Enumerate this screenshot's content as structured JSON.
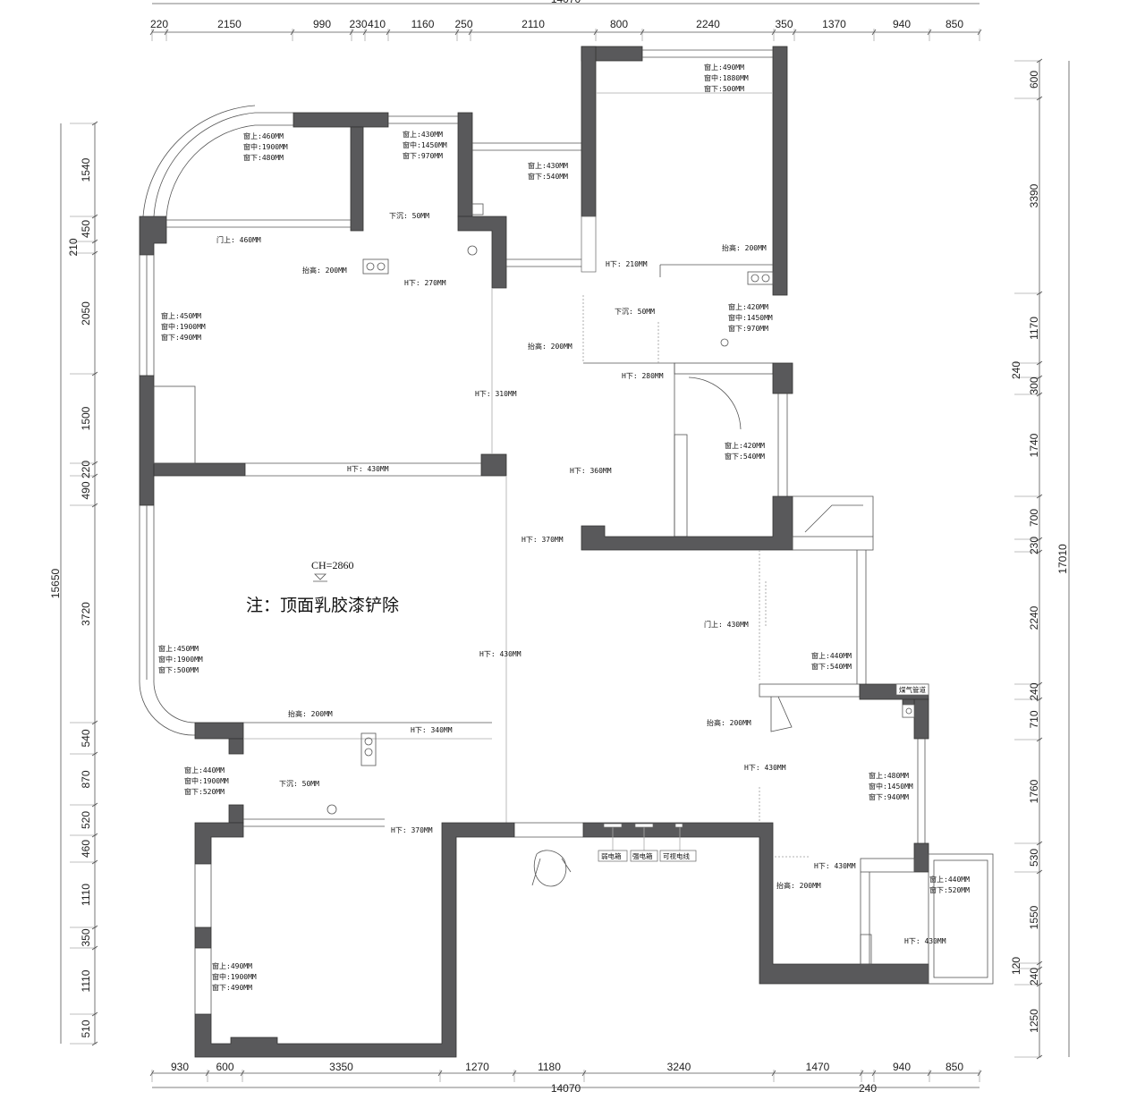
{
  "dimensions": {
    "top": {
      "total": "14070",
      "segments": [
        "220",
        "2150",
        "990",
        "230",
        "410",
        "1160",
        "250",
        "2110",
        "800",
        "2240",
        "350",
        "1370",
        "940",
        "850"
      ]
    },
    "bottom": {
      "total": "14070",
      "segments": [
        "930",
        "600",
        "3350",
        "1270",
        "1180",
        "3240",
        "1470",
        "240",
        "940",
        "850"
      ]
    },
    "left": {
      "total": "15650",
      "segments": [
        "1540",
        "450",
        "210",
        "2050",
        "1500",
        "220",
        "490",
        "3720",
        "540",
        "870",
        "520",
        "460",
        "1110",
        "350",
        "1110",
        "510"
      ]
    },
    "right": {
      "total": "17010",
      "segments": [
        "600",
        "3390",
        "1170",
        "240",
        "300",
        "1740",
        "700",
        "230",
        "2240",
        "240",
        "710",
        "1760",
        "530",
        "1550",
        "120",
        "240",
        "1250"
      ]
    }
  },
  "ceiling_height": "CH=2860",
  "main_note": "注：顶面乳胶漆铲除",
  "annotations": [
    [
      "窗上:460MM",
      "窗中:1900MM",
      "窗下:480MM"
    ],
    [
      "窗上:430MM",
      "窗中:1450MM",
      "窗下:970MM"
    ],
    [
      "窗上:430MM",
      "窗下:540MM"
    ],
    [
      "窗上:490MM",
      "窗中:1880MM",
      "窗下:500MM"
    ],
    [
      "下沉: 50MM"
    ],
    [
      "门上: 460MM"
    ],
    [
      "抬高: 200MM"
    ],
    [
      "H下: 270MM"
    ],
    [
      "H下: 210MM"
    ],
    [
      "抬高: 200MM"
    ],
    [
      "窗上:420MM",
      "窗中:1450MM",
      "窗下:970MM"
    ],
    [
      "下沉: 50MM"
    ],
    [
      "抬高: 200MM"
    ],
    [
      "H下: 280MM"
    ],
    [
      "窗上:450MM",
      "窗中:1900MM",
      "窗下:490MM"
    ],
    [
      "H下: 310MM"
    ],
    [
      "窗上:420MM",
      "窗下:540MM"
    ],
    [
      "H下: 430MM"
    ],
    [
      "H下: 360MM"
    ],
    [
      "H下: 370MM"
    ],
    [
      "门上: 430MM"
    ],
    [
      "H下: 430MM"
    ],
    [
      "窗上:440MM",
      "窗下:540MM"
    ],
    [
      "窗上:450MM",
      "窗中:1900MM",
      "窗下:500MM"
    ],
    [
      "抬高: 200MM"
    ],
    [
      "H下: 340MM"
    ],
    [
      "抬高: 200MM"
    ],
    [
      "窗上:440MM",
      "窗中:1900MM",
      "窗下:520MM"
    ],
    [
      "H下: 430MM"
    ],
    [
      "窗上:480MM",
      "窗中:1450MM",
      "窗下:940MM"
    ],
    [
      "下沉: 50MM"
    ],
    [
      "H下: 370MM"
    ],
    [
      "H下: 430MM"
    ],
    [
      "窗上:440MM",
      "窗下:520MM"
    ],
    [
      "抬高: 200MM"
    ],
    [
      "H下: 430MM"
    ],
    [
      "窗上:490MM",
      "窗中:1900MM",
      "窗下:490MM"
    ]
  ],
  "tags": {
    "gas_pipe": "煤气管道",
    "weak_box": "弱电箱",
    "strong_box": "强电箱",
    "visual_wire": "可视电线"
  },
  "colors": {
    "wall": "#59595b"
  }
}
